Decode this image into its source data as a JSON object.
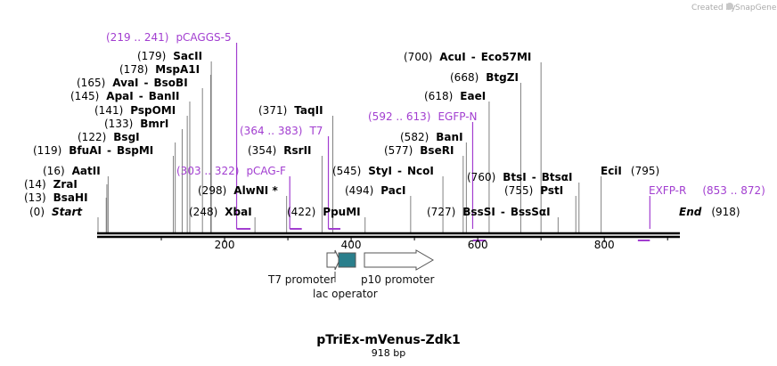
{
  "brand": {
    "text": "Created by",
    "name": "SnapGene"
  },
  "plasmid": {
    "name": "pTriEx-mVenus-Zdk1",
    "length_label": "918 bp",
    "length": 918
  },
  "colors": {
    "primer": "#a23ed0",
    "lac_operator": "#2a7f8c",
    "backbone": "#000000",
    "site_line": "#808080"
  },
  "axis": {
    "ticks": [
      {
        "pos": 200,
        "label": "200"
      },
      {
        "pos": 400,
        "label": "400"
      },
      {
        "pos": 600,
        "label": "600"
      },
      {
        "pos": 800,
        "label": "800"
      }
    ]
  },
  "ends": {
    "start": {
      "pos": 0,
      "name": "Start",
      "label": "(0)"
    },
    "end": {
      "pos": 918,
      "name": "End",
      "label": "(918)"
    }
  },
  "sites": [
    {
      "pos": 13,
      "name": "BsaHI",
      "label": "(13)"
    },
    {
      "pos": 14,
      "name": "ZraI",
      "label": "(14)"
    },
    {
      "pos": 16,
      "name": "AatII",
      "label": "(16)"
    },
    {
      "pos": 119,
      "name": "BfuAI",
      "label": "(119)",
      "alt": "BspMI"
    },
    {
      "pos": 122,
      "name": "BsgI",
      "label": "(122)"
    },
    {
      "pos": 133,
      "name": "BmrI",
      "label": "(133)"
    },
    {
      "pos": 141,
      "name": "PspOMI",
      "label": "(141)"
    },
    {
      "pos": 145,
      "name": "ApaI",
      "label": "(145)",
      "alt": "BanII"
    },
    {
      "pos": 165,
      "name": "AvaI",
      "label": "(165)",
      "alt": "BsoBI"
    },
    {
      "pos": 178,
      "name": "MspA1I",
      "label": "(178)"
    },
    {
      "pos": 179,
      "name": "SacII",
      "label": "(179)"
    },
    {
      "pos": 248,
      "name": "XbaI",
      "label": "(248)"
    },
    {
      "pos": 298,
      "name": "AlwNI *",
      "label": "(298)"
    },
    {
      "pos": 354,
      "name": "RsrII",
      "label": "(354)"
    },
    {
      "pos": 371,
      "name": "TaqII",
      "label": "(371)"
    },
    {
      "pos": 422,
      "name": "PpuMI",
      "label": "(422)"
    },
    {
      "pos": 494,
      "name": "PacI",
      "label": "(494)"
    },
    {
      "pos": 545,
      "name": "StyI",
      "label": "(545)",
      "alt": "NcoI"
    },
    {
      "pos": 577,
      "name": "BseRI",
      "label": "(577)"
    },
    {
      "pos": 582,
      "name": "BanI",
      "label": "(582)"
    },
    {
      "pos": 618,
      "name": "EaeI",
      "label": "(618)"
    },
    {
      "pos": 668,
      "name": "BtgZI",
      "label": "(668)"
    },
    {
      "pos": 700,
      "name": "AcuI",
      "label": "(700)",
      "alt": "Eco57MI"
    },
    {
      "pos": 727,
      "name": "BssSI",
      "label": "(727)",
      "alt": "BssSαI"
    },
    {
      "pos": 755,
      "name": "PstI",
      "label": "(755)"
    },
    {
      "pos": 760,
      "name": "BtsI",
      "label": "(760)",
      "alt": "BtsαI"
    },
    {
      "pos": 795,
      "name": "EciI",
      "label": "(795)"
    }
  ],
  "primers": [
    {
      "name": "pCAGGS-5",
      "label": "(219 .. 241)",
      "start": 219,
      "end": 241
    },
    {
      "name": "pCAG-F",
      "label": "(303 .. 322)",
      "start": 303,
      "end": 322
    },
    {
      "name": "T7",
      "label": "(364 .. 383)",
      "start": 364,
      "end": 383
    },
    {
      "name": "EGFP-N",
      "label": "(592 .. 613)",
      "start": 592,
      "end": 613
    },
    {
      "name": "EXFP-R",
      "label": "(853 .. 872)",
      "start": 853,
      "end": 872
    }
  ],
  "features": {
    "t7_promoter": "T7 promoter",
    "lac_operator": "lac operator",
    "p10_promoter": "p10 promoter"
  }
}
